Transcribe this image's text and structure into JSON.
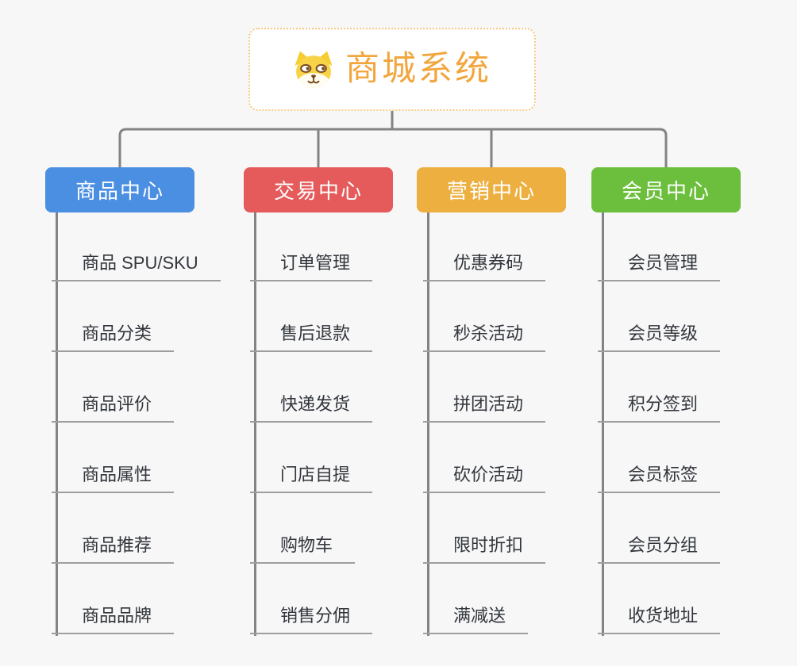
{
  "root": {
    "title": "商城系统",
    "icon": "dog-icon",
    "title_color": "#F2A63E",
    "border_color": "#F6C87E"
  },
  "branches": [
    {
      "label": "商品中心",
      "color": "#4B8FE2",
      "children": [
        "商品 SPU/SKU",
        "商品分类",
        "商品评价",
        "商品属性",
        "商品推荐",
        "商品品牌"
      ]
    },
    {
      "label": "交易中心",
      "color": "#E55A5A",
      "children": [
        "订单管理",
        "售后退款",
        "快递发货",
        "门店自提",
        "购物车",
        "销售分佣"
      ]
    },
    {
      "label": "营销中心",
      "color": "#EDAF40",
      "children": [
        "优惠券码",
        "秒杀活动",
        "拼团活动",
        "砍价活动",
        "限时折扣",
        "满减送"
      ]
    },
    {
      "label": "会员中心",
      "color": "#6CBF3C",
      "children": [
        "会员管理",
        "会员等级",
        "积分签到",
        "会员标签",
        "会员分组",
        "收货地址"
      ]
    }
  ],
  "connector_color": "#838383",
  "line_color": "#9E9E9E",
  "background_color": "#F7F7F7",
  "text_color": "#32363C"
}
